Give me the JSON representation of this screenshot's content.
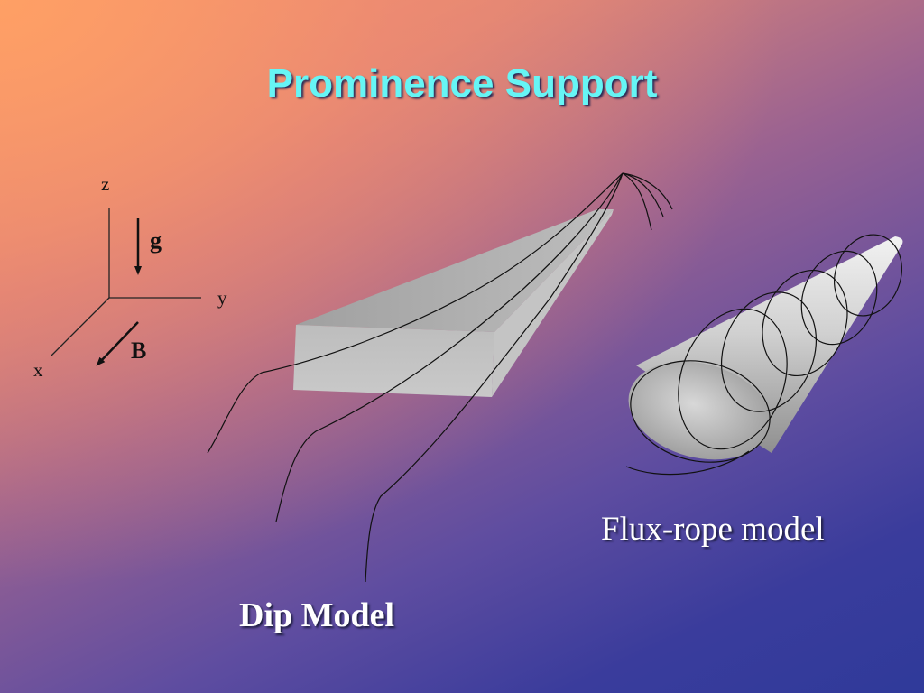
{
  "title": "Prominence Support",
  "axes": {
    "z": "z",
    "y": "y",
    "x": "x"
  },
  "vectors": {
    "gravity": "g",
    "field": "B"
  },
  "captions": {
    "flux_rope": "Flux-rope model",
    "dip": "Dip Model"
  },
  "colors": {
    "title": "#66f5f5",
    "caption": "#ffffff",
    "slab": "#a8a8a8",
    "field_line": "#111111"
  }
}
